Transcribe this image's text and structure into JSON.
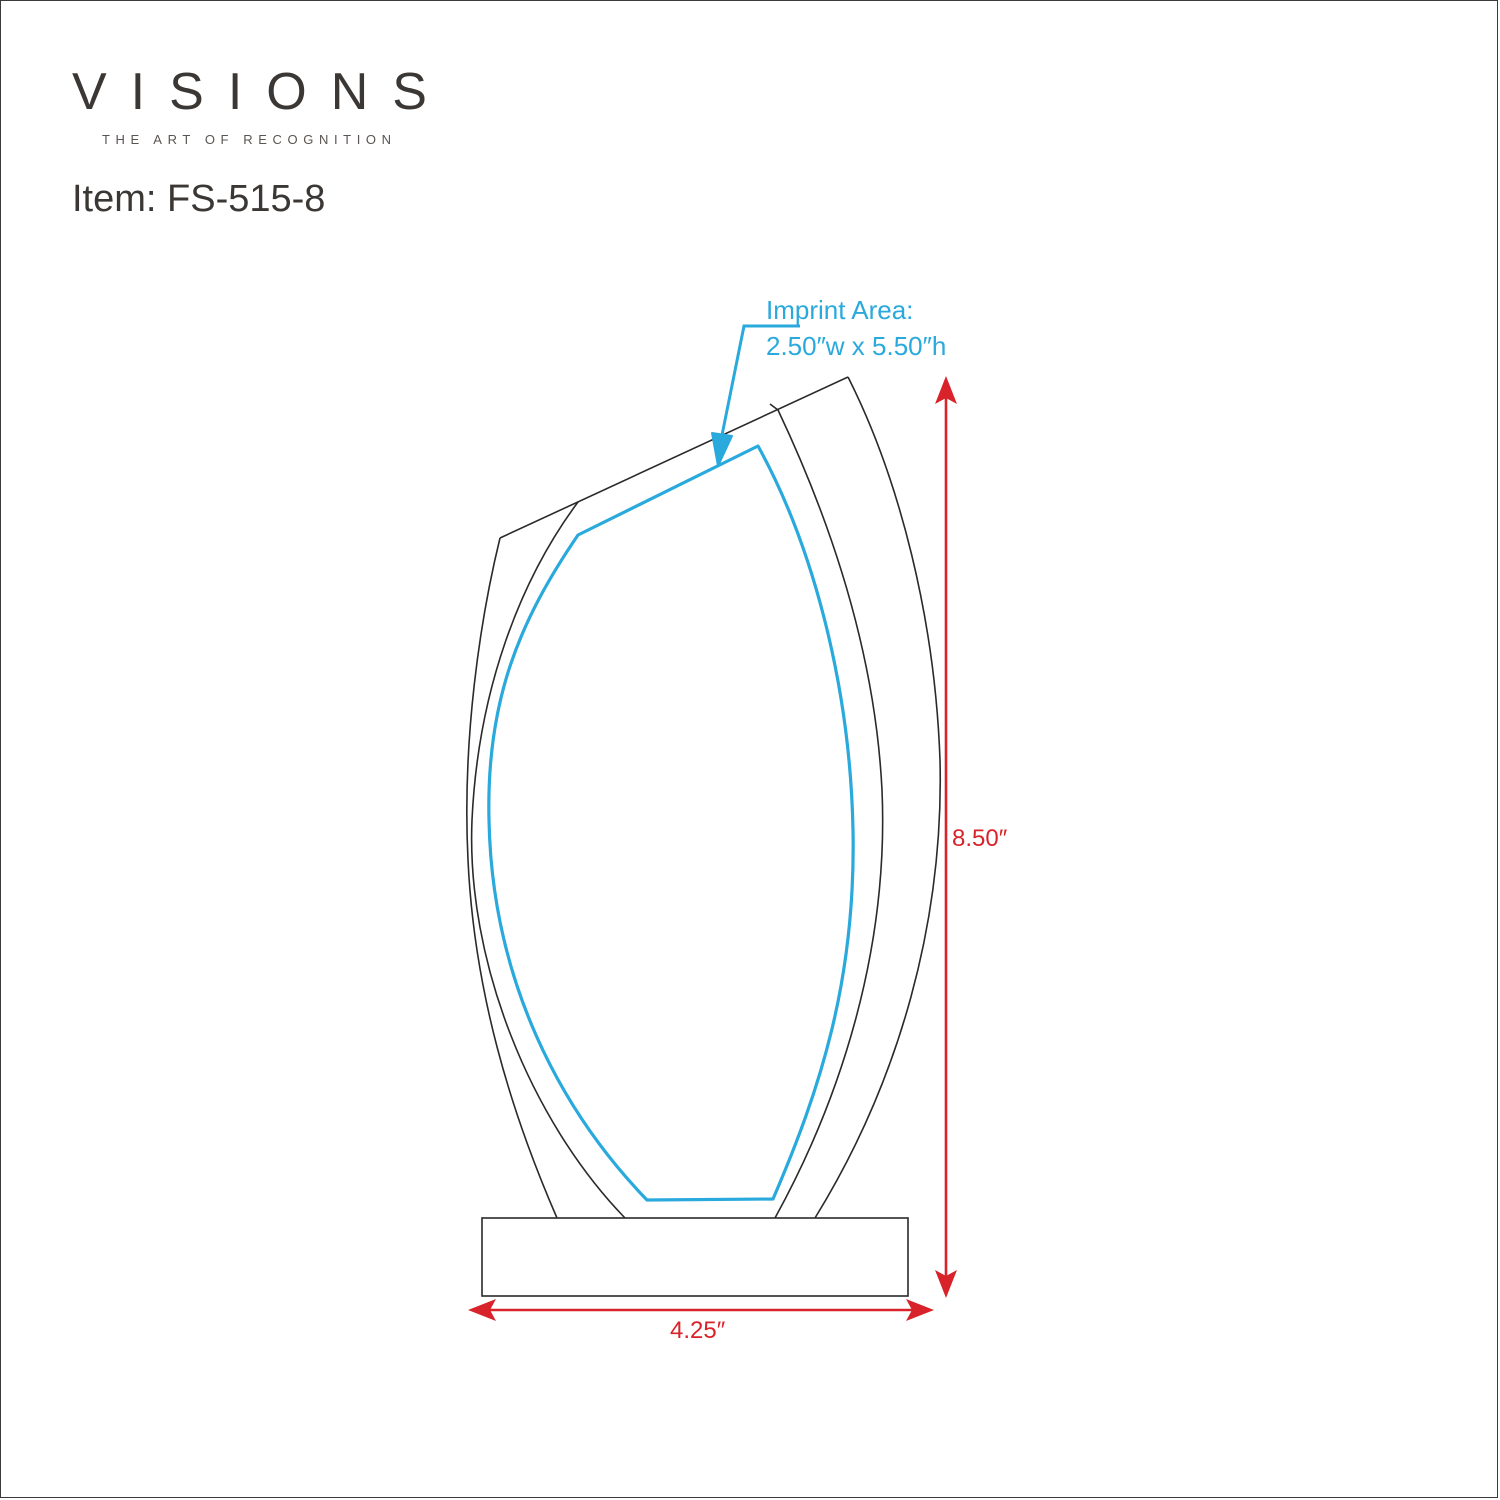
{
  "brand": {
    "name": "VISIONS",
    "tagline": "THE ART OF RECOGNITION"
  },
  "item": {
    "title": "Item: FS-515-8"
  },
  "diagram": {
    "imprint_label_line1": "Imprint Area:",
    "imprint_label_line2": "2.50″w x 5.50″h",
    "height_label": "8.50″",
    "width_label": "4.25″",
    "colors": {
      "outline": "#2a2a2a",
      "imprint": "#29a9dc",
      "dimension": "#d8232a"
    }
  }
}
